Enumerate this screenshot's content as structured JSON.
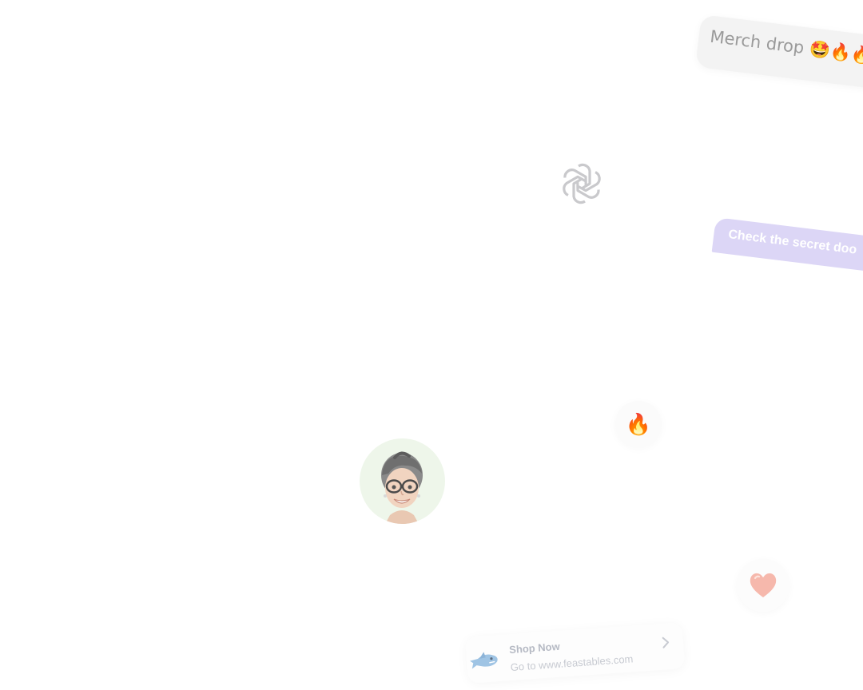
{
  "messages": {
    "merch_drop": {
      "text": "Merch drop",
      "emoji": "🤩🔥🔥"
    },
    "secret_door": {
      "text": "Check the secret doo"
    }
  },
  "reactions": {
    "fire": "🔥",
    "heart": "heart"
  },
  "shop_card": {
    "title": "Shop Now",
    "subtitle": "Go to www.feastables.com"
  },
  "icons": {
    "logo": "openai-logo-icon",
    "avatar": "memoji-avatar",
    "brand": "shark-icon",
    "chevron": "chevron-right-icon"
  },
  "colors": {
    "secret_bubble": "#dcd6f6",
    "merch_bubble": "#f3f3f3",
    "avatar_bg": "#eef6ea",
    "heart": "#f6b8ac"
  }
}
